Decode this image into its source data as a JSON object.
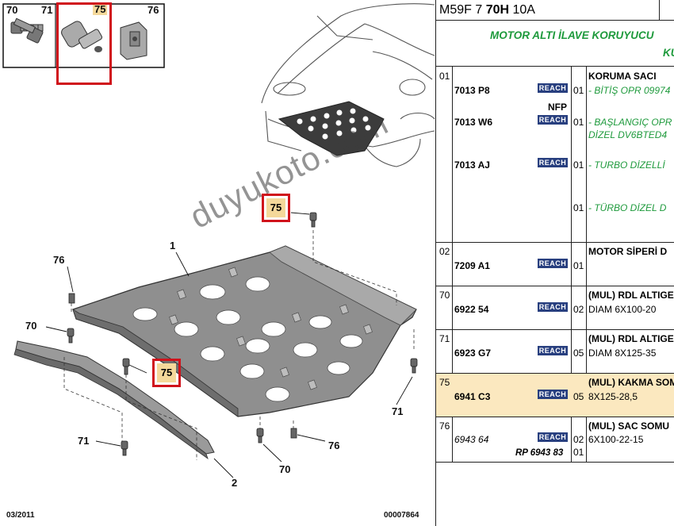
{
  "diagram": {
    "thumb_labels": [
      "70",
      "71",
      "75",
      "76"
    ],
    "callouts": {
      "c75_top": "75",
      "c76_left": "76",
      "c1": "1",
      "c70_left": "70",
      "c75_mid": "75",
      "c71_right": "71",
      "c71_left": "71",
      "c76_right": "76",
      "c70_bottom": "70",
      "c2": "2"
    },
    "watermark": "duyukoto.com",
    "footer_date": "03/2011",
    "footer_code": "00007864"
  },
  "table": {
    "header_code": "M59F 7",
    "header_bold": "70H",
    "header_rest": " 10A",
    "title_line1": "MOTOR ALTI İLAVE KORUYUCU",
    "title_line2": "KU",
    "reach_label": "REACH",
    "rows": [
      {
        "num": "01",
        "heading": "KORUMA SACI",
        "entries": [
          {
            "ref": "7013 P8",
            "qty": "01",
            "desc": "- BİTİŞ OPR 09974"
          },
          {
            "ref": "7013 W6",
            "nfp": "NFP",
            "qty": "01",
            "desc": "- BAŞLANGIÇ OPR",
            "desc2": "DİZEL DV6BTED4"
          },
          {
            "ref": "7013 AJ",
            "qty": "01",
            "desc": "- TURBO DİZELLİ"
          },
          {
            "qty": "01",
            "desc": "- TÜRBO DİZEL D"
          }
        ]
      },
      {
        "num": "02",
        "ref": "7209 A1",
        "qty": "01",
        "desc": "MOTOR SİPERİ D"
      },
      {
        "num": "70",
        "ref": "6922 54",
        "qty": "02",
        "desc": "(MUL) RDL ALTIGE",
        "desc2": "DIAM 6X100-20"
      },
      {
        "num": "71",
        "ref": "6923 G7",
        "qty": "05",
        "desc": "(MUL) RDL ALTIGE",
        "desc2": "DIAM 8X125-35"
      },
      {
        "num": "75",
        "ref": "6941 C3",
        "qty": "05",
        "desc": "(MUL) KAKMA SOM",
        "desc2": "8X125-28,5"
      },
      {
        "num": "76",
        "ref": "6943 64",
        "qty": "02",
        "desc": "(MUL) SAC SOMU",
        "desc2": "6X100-22-15",
        "ref2": "RP 6943 83",
        "qty2": "01"
      }
    ]
  }
}
